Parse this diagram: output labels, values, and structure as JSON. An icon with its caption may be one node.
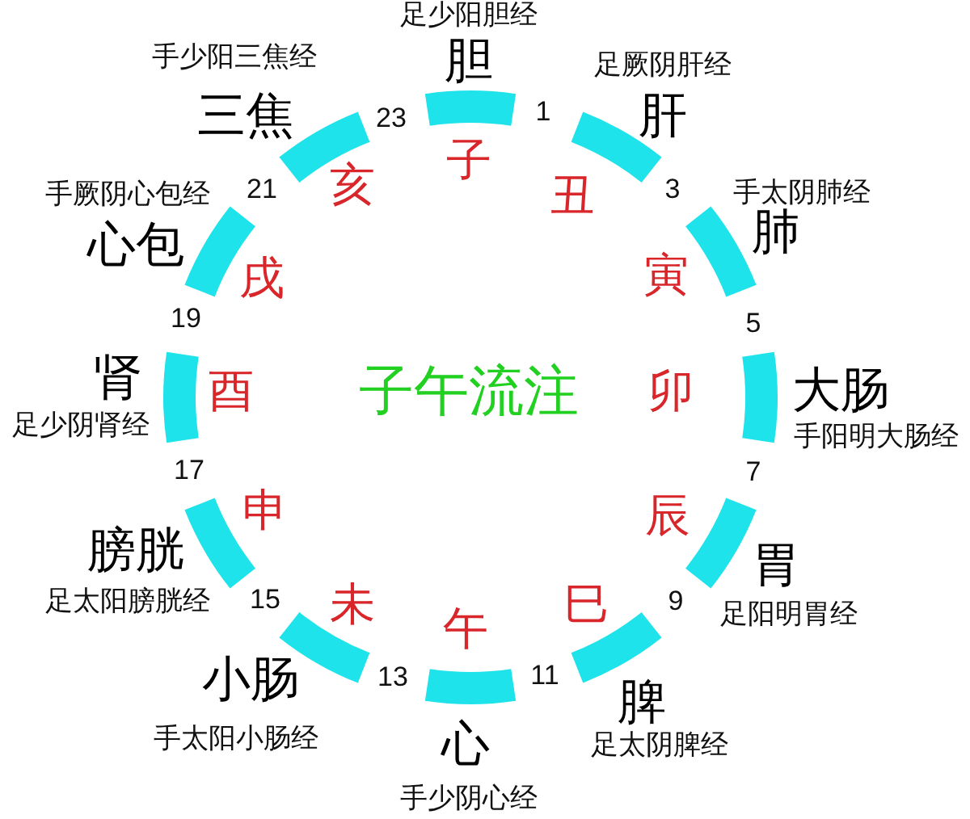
{
  "diagram": {
    "title": "子午流注",
    "labels": [
      "23",
      "足少阳胆经",
      "胆",
      "子",
      "1",
      "足厥阴肝经",
      "肝",
      "丑",
      "3",
      "手太阴肺经",
      "肺",
      "寅",
      "5",
      "大肠",
      "手阳明大肠经",
      "卯",
      "7",
      "胃",
      "足阳明胃经",
      "辰",
      "9",
      "脾",
      "足太阴脾经",
      "巳",
      "11",
      "心",
      "手少阴心经",
      "午",
      "13",
      "小肠",
      "手太阳小肠经",
      "未",
      "15",
      "膀胱",
      "足太阳膀胱经",
      "申",
      "17",
      "肾",
      "足少阴肾经",
      "酉",
      "19",
      "手厥阴心包经",
      "心包",
      "戌",
      "21",
      "手少阳三焦经",
      "三焦",
      "亥"
    ]
  }
}
